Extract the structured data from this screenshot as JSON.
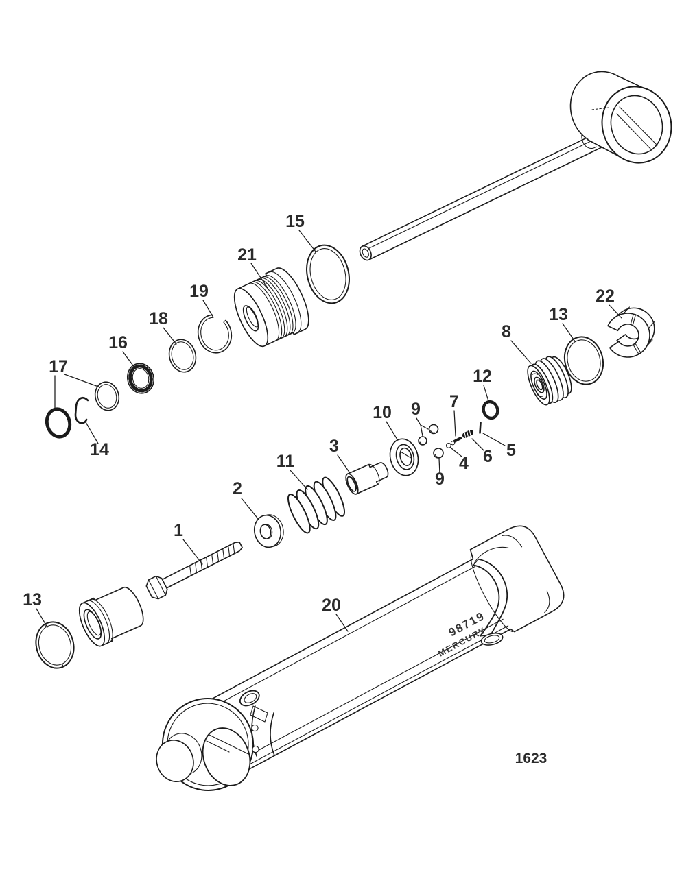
{
  "palette": {
    "ink": "#1b1b1b",
    "label": "#2b2b2b",
    "background": "#ffffff"
  },
  "figure": {
    "number": "1623"
  },
  "cylinder_engraving": {
    "part_number": "98719",
    "brand": "MERCURY"
  },
  "callouts": [
    {
      "label": "1"
    },
    {
      "label": "2"
    },
    {
      "label": "3"
    },
    {
      "label": "4"
    },
    {
      "label": "5"
    },
    {
      "label": "6"
    },
    {
      "label": "7"
    },
    {
      "label": "8"
    },
    {
      "label": "9"
    },
    {
      "label": "9"
    },
    {
      "label": "10"
    },
    {
      "label": "11"
    },
    {
      "label": "12"
    },
    {
      "label": "13"
    },
    {
      "label": "13"
    },
    {
      "label": "14"
    },
    {
      "label": "15"
    },
    {
      "label": "16"
    },
    {
      "label": "17"
    },
    {
      "label": "18"
    },
    {
      "label": "19"
    },
    {
      "label": "20"
    },
    {
      "label": "21"
    },
    {
      "label": "22"
    }
  ]
}
